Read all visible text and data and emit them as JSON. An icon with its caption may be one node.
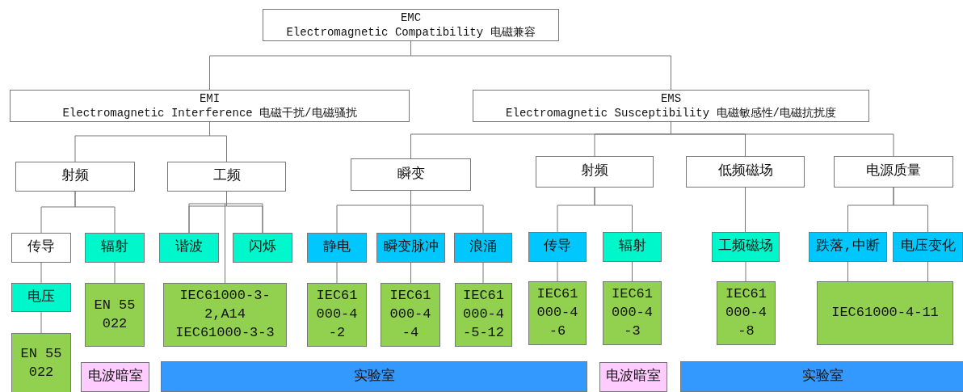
{
  "diagram": {
    "nodes": [
      {
        "text": [
          "EMC",
          "Electromagnetic Compatibility 电磁兼容"
        ]
      },
      {
        "text": [
          "EMI",
          "Electromagnetic Interference 电磁干扰/电磁骚扰"
        ]
      },
      {
        "text": [
          "EMS",
          "Electromagnetic Susceptibility 电磁敏感性/电磁抗扰度"
        ]
      },
      {
        "text": [
          "射频"
        ]
      },
      {
        "text": [
          "工频"
        ]
      },
      {
        "text": [
          "瞬变"
        ]
      },
      {
        "text": [
          "射频"
        ]
      },
      {
        "text": [
          "低频磁场"
        ]
      },
      {
        "text": [
          "电源质量"
        ]
      },
      {
        "text": [
          "传导"
        ]
      },
      {
        "text": [
          "辐射"
        ]
      },
      {
        "text": [
          "谐波"
        ]
      },
      {
        "text": [
          "闪烁"
        ]
      },
      {
        "text": [
          "静电"
        ]
      },
      {
        "text": [
          "瞬变脉冲"
        ]
      },
      {
        "text": [
          "浪涌"
        ]
      },
      {
        "text": [
          "传导"
        ]
      },
      {
        "text": [
          "辐射"
        ]
      },
      {
        "text": [
          "工频磁场"
        ]
      },
      {
        "text": [
          "跌落,中断"
        ]
      },
      {
        "text": [
          "电压变化"
        ]
      },
      {
        "text": [
          "电压"
        ]
      },
      {
        "text": [
          "EN 55022"
        ]
      },
      {
        "text": [
          "IEC61000-3-2,A14 IEC61000-3-3"
        ]
      },
      {
        "text": [
          "IEC61000-4-2"
        ]
      },
      {
        "text": [
          "IEC61000-4-4"
        ]
      },
      {
        "text": [
          "IEC61000-4-5-12"
        ]
      },
      {
        "text": [
          "IEC61000-4-6"
        ]
      },
      {
        "text": [
          "IEC61000-4-3"
        ]
      },
      {
        "text": [
          "IEC61000-4-8"
        ]
      },
      {
        "text": [
          "IEC61000-4-11"
        ]
      },
      {
        "text": [
          "EN 55022"
        ]
      },
      {
        "text": [
          "电波暗室"
        ]
      },
      {
        "text": [
          "实验室"
        ]
      },
      {
        "text": [
          "电波暗室"
        ]
      },
      {
        "text": [
          "实验室"
        ]
      }
    ],
    "edges": [
      {
        "from": 0,
        "to": 1,
        "arrow": "none"
      },
      {
        "from": 0,
        "to": 2,
        "arrow": "none"
      },
      {
        "from": 1,
        "to": 3,
        "arrow": "none"
      },
      {
        "from": 1,
        "to": 4,
        "arrow": "none"
      },
      {
        "from": 2,
        "to": 5,
        "arrow": "none"
      },
      {
        "from": 2,
        "to": 6,
        "arrow": "none"
      },
      {
        "from": 2,
        "to": 7,
        "arrow": "none"
      },
      {
        "from": 2,
        "to": 8,
        "arrow": "none"
      },
      {
        "from": 3,
        "to": 9,
        "arrow": "none"
      },
      {
        "from": 3,
        "to": 10,
        "arrow": "none"
      },
      {
        "from": 4,
        "to": 11,
        "arrow": "none"
      },
      {
        "from": 4,
        "to": 12,
        "arrow": "none"
      },
      {
        "from": 5,
        "to": 13,
        "arrow": "none"
      },
      {
        "from": 5,
        "to": 14,
        "arrow": "none"
      },
      {
        "from": 5,
        "to": 15,
        "arrow": "none"
      },
      {
        "from": 6,
        "to": 16,
        "arrow": "none"
      },
      {
        "from": 6,
        "to": 17,
        "arrow": "none"
      },
      {
        "from": 7,
        "to": 18,
        "arrow": "none"
      },
      {
        "from": 8,
        "to": 19,
        "arrow": "none"
      },
      {
        "from": 8,
        "to": 20,
        "arrow": "none"
      },
      {
        "from": 9,
        "to": 21,
        "arrow": "none"
      },
      {
        "from": 21,
        "to": 31,
        "arrow": "none"
      },
      {
        "from": 10,
        "to": 22,
        "arrow": "none"
      },
      {
        "from": 11,
        "to": 23,
        "arrow": "none"
      },
      {
        "from": 12,
        "to": 23,
        "arrow": "none"
      },
      {
        "from": 13,
        "to": 24,
        "arrow": "none"
      },
      {
        "from": 14,
        "to": 25,
        "arrow": "none"
      },
      {
        "from": 15,
        "to": 26,
        "arrow": "none"
      },
      {
        "from": 16,
        "to": 27,
        "arrow": "none"
      },
      {
        "from": 17,
        "to": 28,
        "arrow": "none"
      },
      {
        "from": 18,
        "to": 29,
        "arrow": "none"
      },
      {
        "from": 19,
        "to": 30,
        "arrow": "none"
      },
      {
        "from": 20,
        "to": 30,
        "arrow": "none"
      }
    ]
  }
}
